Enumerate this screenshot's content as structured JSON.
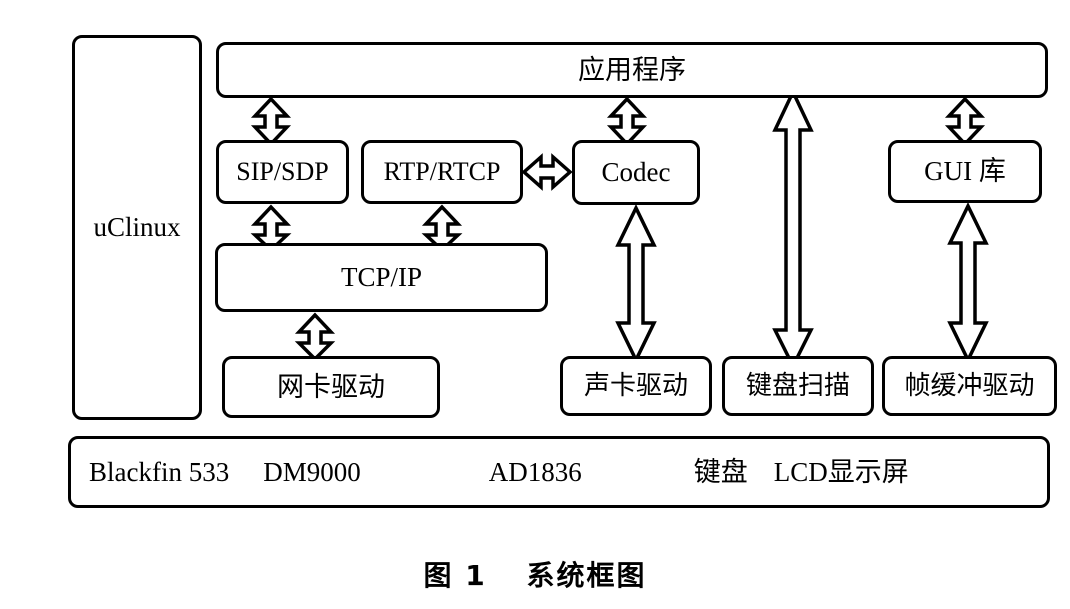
{
  "figure": {
    "caption_label": "图 1",
    "caption_title": "系统框图"
  },
  "blocks": {
    "os": "uClinux",
    "application": "应用程序",
    "sip_sdp": "SIP/SDP",
    "rtp_rtcp": "RTP/RTCP",
    "codec": "Codec",
    "gui_lib": "GUI 库",
    "tcp_ip": "TCP/IP",
    "nic_driver": "网卡驱动",
    "sound_driver": "声卡驱动",
    "keyboard_scan": "键盘扫描",
    "framebuffer_driver": "帧缓冲驱动"
  },
  "hardware": {
    "items": [
      "Blackfin 533",
      "DM9000",
      "AD1836",
      "键盘",
      "LCD显示屏"
    ]
  },
  "colors": {
    "stroke": "#000000",
    "fill": "#ffffff"
  }
}
